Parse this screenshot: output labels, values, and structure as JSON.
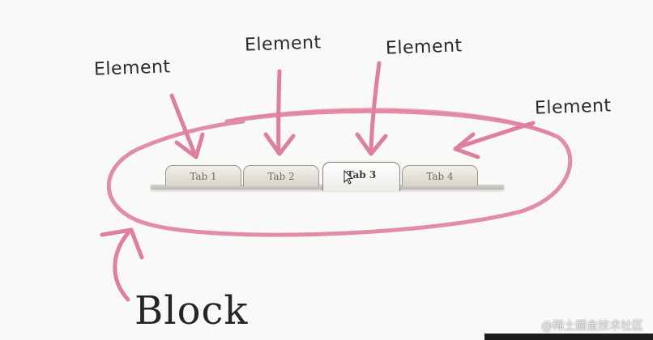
{
  "labels": {
    "element_1": "Element",
    "element_2": "Element",
    "element_3": "Element",
    "element_4": "Element",
    "block": "Block"
  },
  "tabs": [
    {
      "label": "Tab 1",
      "active": false
    },
    {
      "label": "Tab 2",
      "active": false
    },
    {
      "label": "Tab 3",
      "active": true
    },
    {
      "label": "Tab 4",
      "active": false
    }
  ],
  "watermark": "@稀土掘金技术社区",
  "colors": {
    "ink_pink": "#df7f9c",
    "text_dark": "#2b2b2b",
    "background": "#f9f9f8"
  }
}
